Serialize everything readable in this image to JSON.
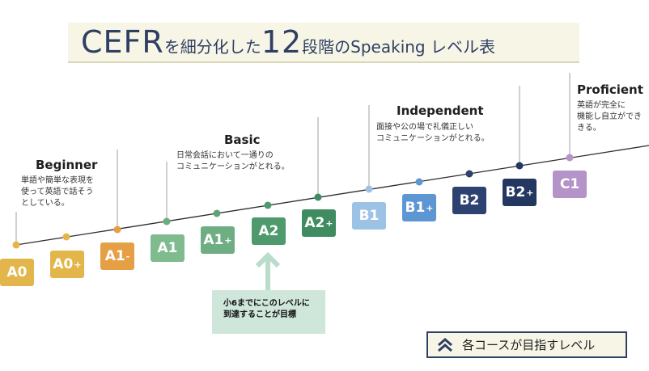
{
  "title": {
    "part1": "CEFR",
    "part2": "を細分化した",
    "part3": "12",
    "part4": "段階のSpeaking レベル表"
  },
  "colors": {
    "line": "#2b2b2b",
    "connector": "#a0a0a0"
  },
  "levels": [
    {
      "name": "A0",
      "suffix": "",
      "color": "#e2b64a",
      "dot": "#e2b64a"
    },
    {
      "name": "A0",
      "suffix": "+",
      "color": "#e2b64a",
      "dot": "#e2b64a"
    },
    {
      "name": "A1",
      "suffix": "-",
      "color": "#e5a046",
      "dot": "#e5a046"
    },
    {
      "name": "A1",
      "suffix": "",
      "color": "#7fbb8f",
      "dot": "#6aae7c"
    },
    {
      "name": "A1",
      "suffix": "+",
      "color": "#6fae82",
      "dot": "#5fa374"
    },
    {
      "name": "A2",
      "suffix": "",
      "color": "#4f9a6c",
      "dot": "#4f9a6c"
    },
    {
      "name": "A2",
      "suffix": "+",
      "color": "#3f8c60",
      "dot": "#3f8c60"
    },
    {
      "name": "B1",
      "suffix": "",
      "color": "#9cc2e6",
      "dot": "#9cc2e6"
    },
    {
      "name": "B1",
      "suffix": "+",
      "color": "#5d97d3",
      "dot": "#5d97d3"
    },
    {
      "name": "B2",
      "suffix": "",
      "color": "#2d4271",
      "dot": "#2d4271"
    },
    {
      "name": "B2",
      "suffix": "+",
      "color": "#243761",
      "dot": "#243761"
    },
    {
      "name": "C1",
      "suffix": "",
      "color": "#b393c8",
      "dot": "#b393c8"
    }
  ],
  "groups": [
    {
      "heading": "Beginner",
      "desc": "単語や簡単な表現を\n使って英語で話そう\nとしている。"
    },
    {
      "heading": "Basic",
      "desc": "日常会話において一通りの\nコミュニケーションがとれる。"
    },
    {
      "heading": "Independent",
      "desc": "面接や公の場で礼儀正しい\nコミュニケーションがとれる。"
    },
    {
      "heading": "Proficient",
      "desc": "英語が完全に\n機能し自立ができ\nきる。"
    }
  ],
  "target_note": "小6までにこのレベルに\n到達することが目標",
  "legend": {
    "icon": "double-chevron-up-icon",
    "label": "各コースが目指すレベル"
  }
}
